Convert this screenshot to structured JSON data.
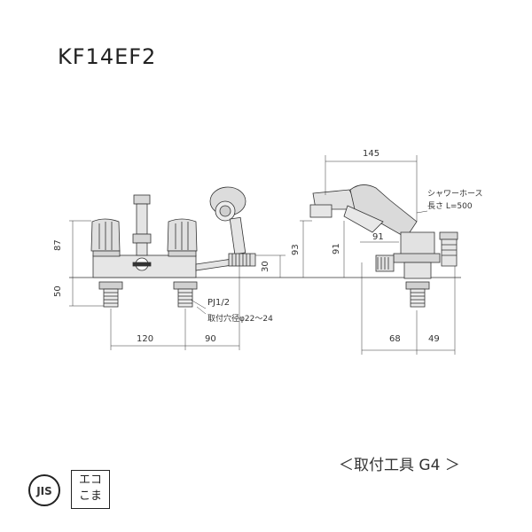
{
  "model": "KF14EF2",
  "dims": {
    "d87": "87",
    "d50": "50",
    "d30": "30",
    "d93": "93",
    "d91a": "91",
    "d91b": "91",
    "d145": "145",
    "d120": "120",
    "d90": "90",
    "d68": "68",
    "d49": "49"
  },
  "labels": {
    "pj": "PJ1/2",
    "hole": "取付穴径φ22～24",
    "hose1": "シャワーホース",
    "hose2": "長さ L=500"
  },
  "tool": "＜取付工具 G4 ＞",
  "badges": {
    "jis": "JIS",
    "eco1": "エコ",
    "eco2": "こま"
  }
}
